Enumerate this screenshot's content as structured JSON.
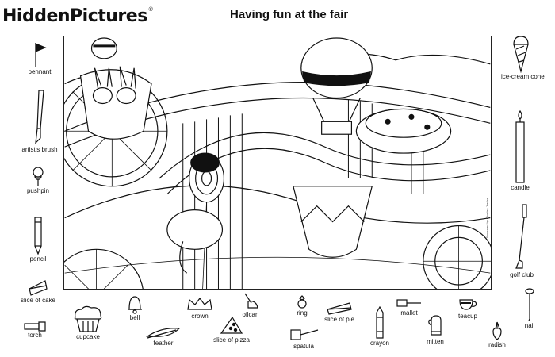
{
  "header": {
    "logo": "HiddenPictures",
    "logo_mark": "®",
    "title": "Having fun at the fair"
  },
  "scene": {
    "credit": "Illustrated by Charles Jordan"
  },
  "items": {
    "pennant": "pennant",
    "artists_brush": "artist's brush",
    "pushpin": "pushpin",
    "pencil": "pencil",
    "slice_of_cake": "slice of cake",
    "torch": "torch",
    "cupcake": "cupcake",
    "bell": "bell",
    "feather": "feather",
    "crown": "crown",
    "slice_of_pizza": "slice of pizza",
    "oilcan": "oilcan",
    "ring": "ring",
    "slice_of_pie": "slice of pie",
    "spatula": "spatula",
    "crayon": "crayon",
    "mallet": "mallet",
    "mitten": "mitten",
    "teacup": "teacup",
    "radish": "radish",
    "nail": "nail",
    "ice_cream_cone": "ice-cream cone",
    "candle": "candle",
    "golf_club": "golf club"
  }
}
